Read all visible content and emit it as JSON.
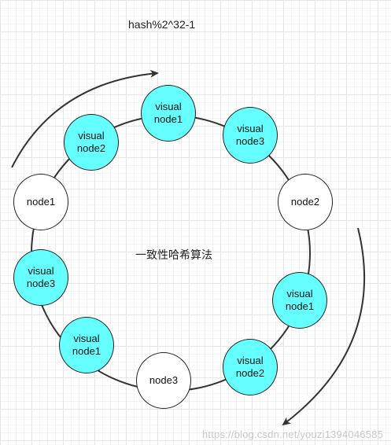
{
  "title": "hash%2^32-1",
  "center_label": "一致性哈希算法",
  "watermark": "https://blog.csdn.net/youzi1394046585",
  "colors": {
    "virtual_node_fill": "#66ffff",
    "physical_node_fill": "#ffffff",
    "stroke": "#222222"
  },
  "nodes": [
    {
      "text": "visual\nnode1",
      "kind": "virtual"
    },
    {
      "text": "visual\nnode3",
      "kind": "virtual"
    },
    {
      "text": "node2",
      "kind": "physical"
    },
    {
      "text": "visual\nnode1",
      "kind": "virtual"
    },
    {
      "text": "visual\nnode2",
      "kind": "virtual"
    },
    {
      "text": "node3",
      "kind": "physical"
    },
    {
      "text": "visual\nnode1",
      "kind": "virtual"
    },
    {
      "text": "visual\nnode3",
      "kind": "virtual"
    },
    {
      "text": "node1",
      "kind": "physical"
    },
    {
      "text": "visual\nnode2",
      "kind": "virtual"
    }
  ],
  "arrows": [
    {
      "name": "arrow-clockwise-top",
      "direction": "clockwise"
    },
    {
      "name": "arrow-clockwise-right",
      "direction": "clockwise"
    }
  ]
}
